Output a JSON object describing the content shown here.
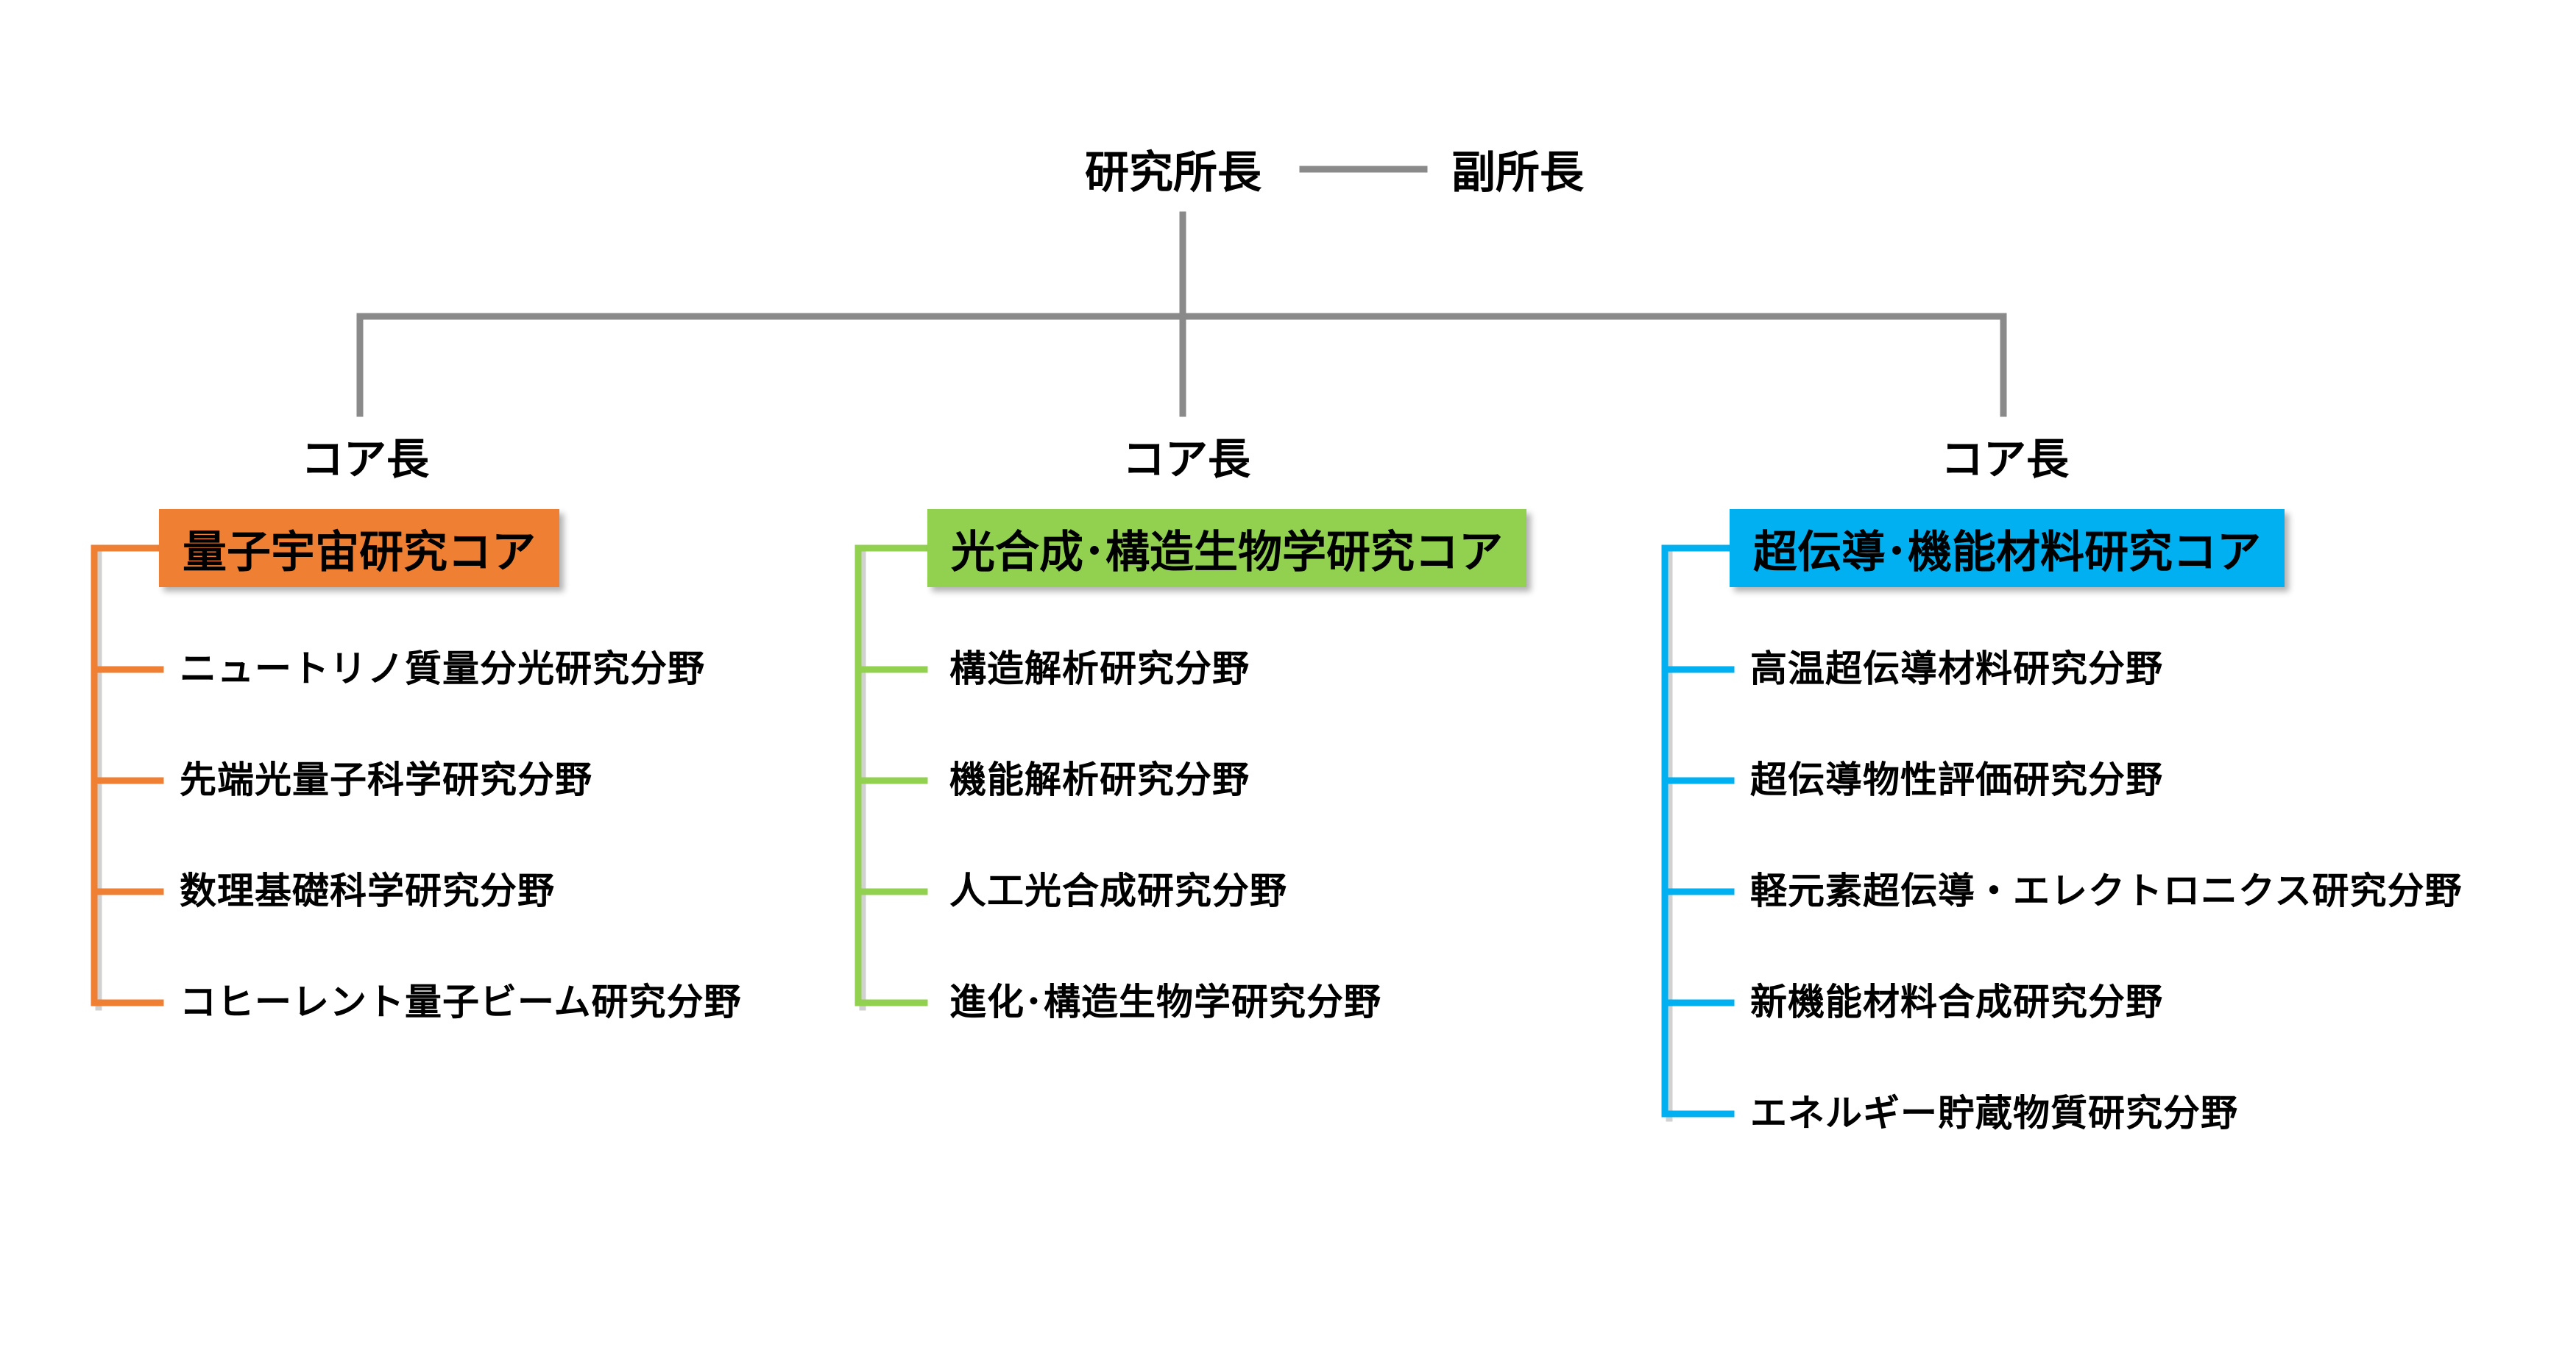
{
  "director": "研究所長",
  "deputy": "副所長",
  "cores": [
    {
      "head": "コア長",
      "name": "量子宇宙研究コア",
      "color": "#ee7f33",
      "fields": [
        "ニュートリノ質量分光研究分野",
        "先端光量子科学研究分野",
        "数理基礎科学研究分野",
        "コヒーレント量子ビーム研究分野"
      ]
    },
    {
      "head": "コア長",
      "name": "光合成･構造生物学研究コア",
      "color": "#92d050",
      "fields": [
        "構造解析研究分野",
        "機能解析研究分野",
        "人工光合成研究分野",
        "進化･構造生物学研究分野"
      ]
    },
    {
      "head": "コア長",
      "name": "超伝導･機能材料研究コア",
      "color": "#00b0f0",
      "fields": [
        "高温超伝導材料研究分野",
        "超伝導物性評価研究分野",
        "軽元素超伝導・エレクトロニクス研究分野",
        "新機能材料合成研究分野",
        "エネルギー貯蔵物質研究分野"
      ]
    }
  ],
  "colors": {
    "connector": "#8a8a8a",
    "text": "#000000"
  }
}
